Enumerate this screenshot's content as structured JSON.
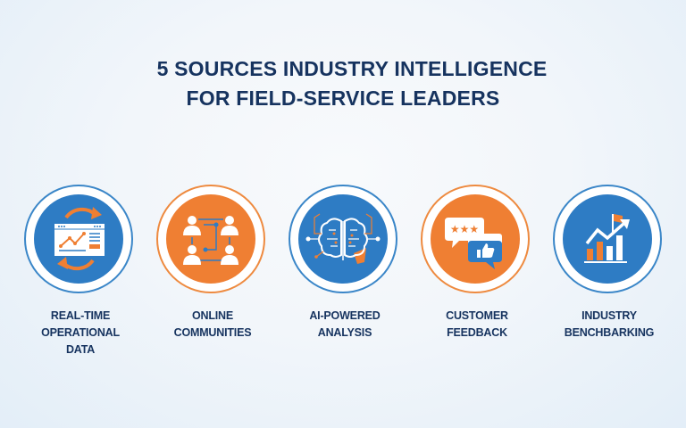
{
  "title": {
    "line1": "5 SOURCES  INDUSTRY INTELLIGENCE",
    "line2": "FOR FIELD-SERVICE LEADERS"
  },
  "colors": {
    "navy": "#16335f",
    "blue": "#2e7cc4",
    "orange": "#ef7f33"
  },
  "sources": [
    {
      "label_lines": [
        "REAL-TIME",
        "OPERATIONAL",
        "DATA"
      ],
      "icon": "realtime-dashboard-icon",
      "color": "blue"
    },
    {
      "label_lines": [
        "ONLINE",
        "COMMUNITIES"
      ],
      "icon": "community-network-icon",
      "color": "orange"
    },
    {
      "label_lines": [
        "AI-POWERED",
        "ANALYSIS"
      ],
      "icon": "ai-brain-icon",
      "color": "blue"
    },
    {
      "label_lines": [
        "CUSTOMER",
        "FEEDBACK"
      ],
      "icon": "feedback-chat-icon",
      "color": "orange"
    },
    {
      "label_lines": [
        "INDUSTRY",
        "BENCHBARKING"
      ],
      "icon": "benchmark-chart-icon",
      "color": "blue"
    }
  ]
}
